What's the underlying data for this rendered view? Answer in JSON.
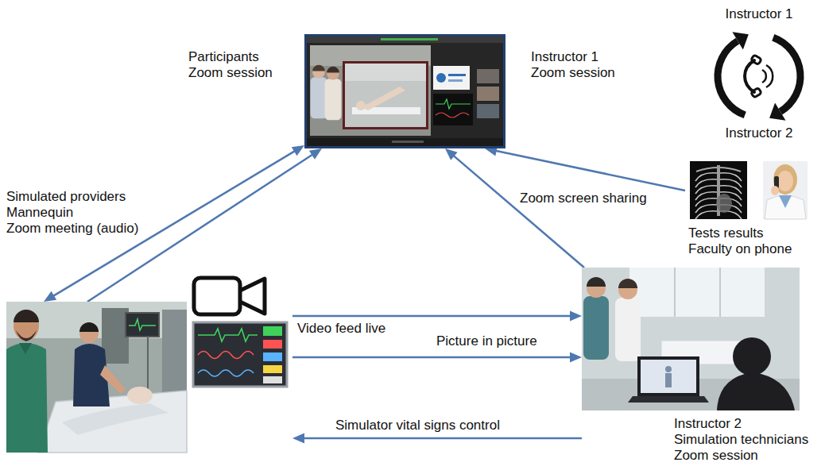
{
  "diagram": {
    "nodes": [
      {
        "text": [
          "Participants Zoom session",
          "Instructor 1 Zoom session"
        ]
      },
      {
        "text": [
          "Instructor 1",
          "Instructor 2"
        ]
      },
      {
        "text": [
          "Tests results Faculty on phone"
        ]
      },
      {
        "text": [
          "Simulated providers Mannequin Zoom meeting (audio)"
        ]
      },
      {
        "text": [
          "Instructor 2 Simulation technicians Zoom session"
        ]
      }
    ],
    "edges": [
      {
        "from": 0,
        "to": 3,
        "arrow": "both"
      },
      {
        "from": 3,
        "to": 0,
        "arrow": "to"
      },
      {
        "from": 3,
        "to": 4,
        "label": "Video feed live",
        "arrow": "to"
      },
      {
        "from": 3,
        "to": 4,
        "label": "Picture in picture",
        "arrow": "to"
      },
      {
        "from": 4,
        "to": 3,
        "label": "Simulator vital signs control",
        "arrow": "to"
      },
      {
        "from": 2,
        "to": 0,
        "label": "Zoom screen sharing",
        "arrow": "to"
      },
      {
        "from": 4,
        "to": 0,
        "arrow": "to"
      }
    ]
  }
}
